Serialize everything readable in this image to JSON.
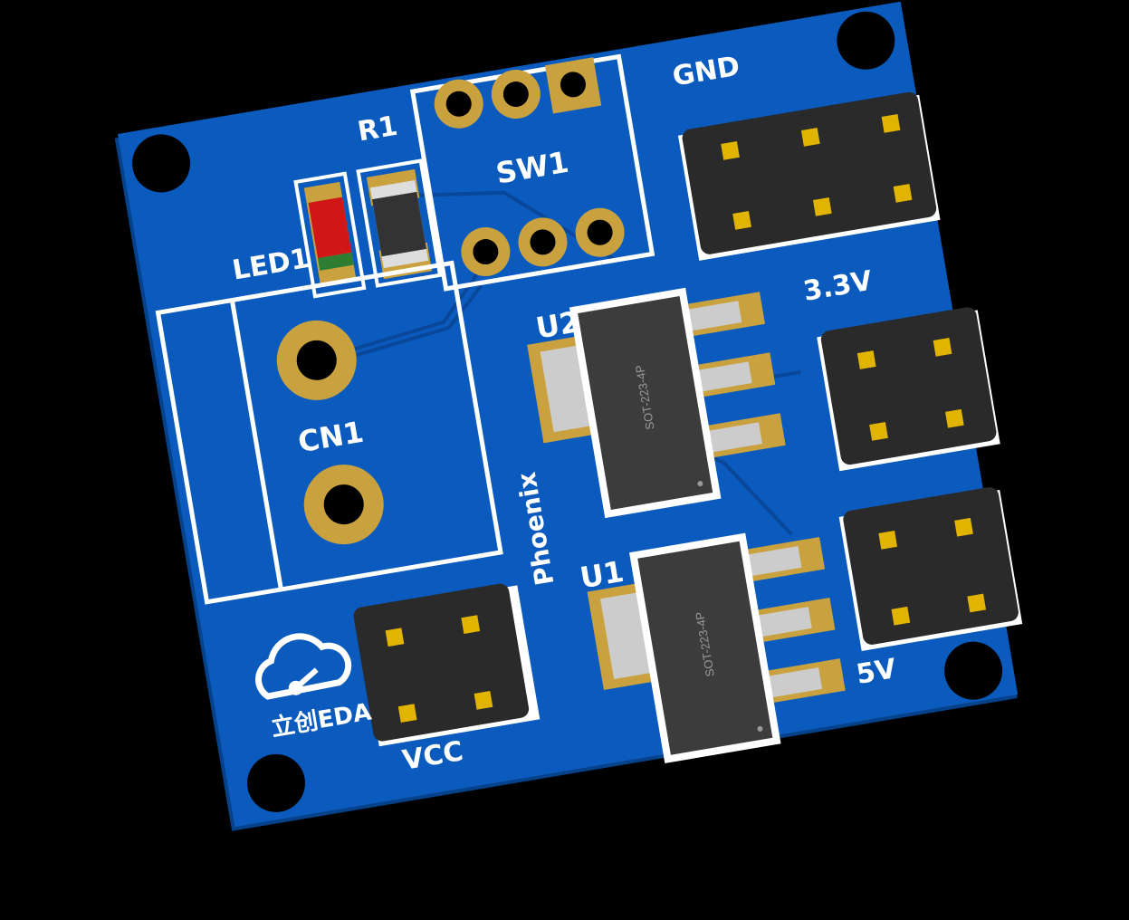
{
  "board": {
    "colors": {
      "soldermask": "#0a5bbd",
      "copper": "#c9a23f",
      "silkscreen": "#ffffff",
      "body": "#3c3c3c",
      "background": "#000000"
    },
    "labels": {
      "r1": "R1",
      "led1": "LED1",
      "sw1": "SW1",
      "cn1": "CN1",
      "gnd": "GND",
      "v33": "3.3V",
      "v5": "5V",
      "u1": "U1",
      "u2": "U2",
      "vcc": "VCC",
      "phoenix": "Phoenix",
      "logo_text": "立创EDA"
    },
    "packages": {
      "u1": "SOT-223-4P",
      "u2": "SOT-223-4P"
    }
  }
}
